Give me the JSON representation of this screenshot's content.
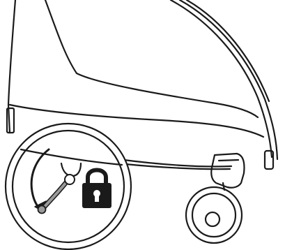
{
  "diagram": {
    "subject": "stroller-bottom-section",
    "callout": {
      "shape": "circle",
      "contains": [
        "rotation-arrow-icon",
        "brake-lever",
        "padlock-icon"
      ],
      "meaning": "lock"
    },
    "icons": [
      "rotation-arrow-icon",
      "padlock-icon",
      "caster-wheel"
    ],
    "colors": {
      "line": "#1a1a1a",
      "fill": "#ffffff",
      "lever": "#9a9a9a"
    }
  }
}
